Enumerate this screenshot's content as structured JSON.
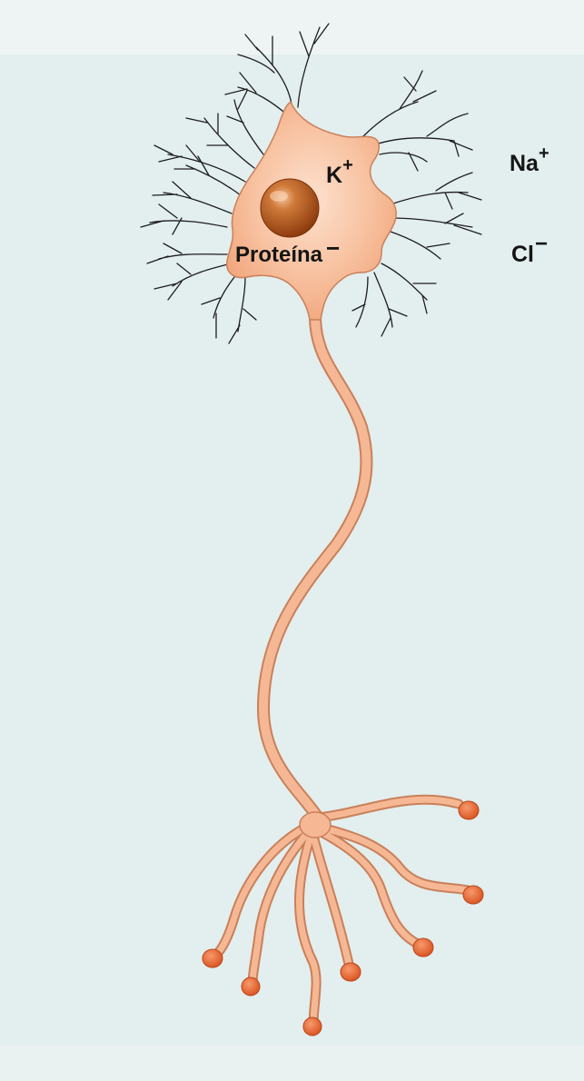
{
  "figure": {
    "labels": {
      "na": {
        "symbol": "Na",
        "charge": "+"
      },
      "k": {
        "symbol": "K",
        "charge": "+"
      },
      "cl": {
        "symbol": "Cl",
        "charge": "−"
      },
      "protein": {
        "symbol": "Proteína",
        "charge": "−"
      }
    },
    "colors": {
      "background": "#e3eeee",
      "cytoplasm": "#f6b894",
      "cytoplasm_light": "#fbd9c2",
      "outline": "#c9805a",
      "nucleus": "#b1521a",
      "terminal": "#e5642f",
      "dendrite": "#1e1e1e"
    }
  }
}
